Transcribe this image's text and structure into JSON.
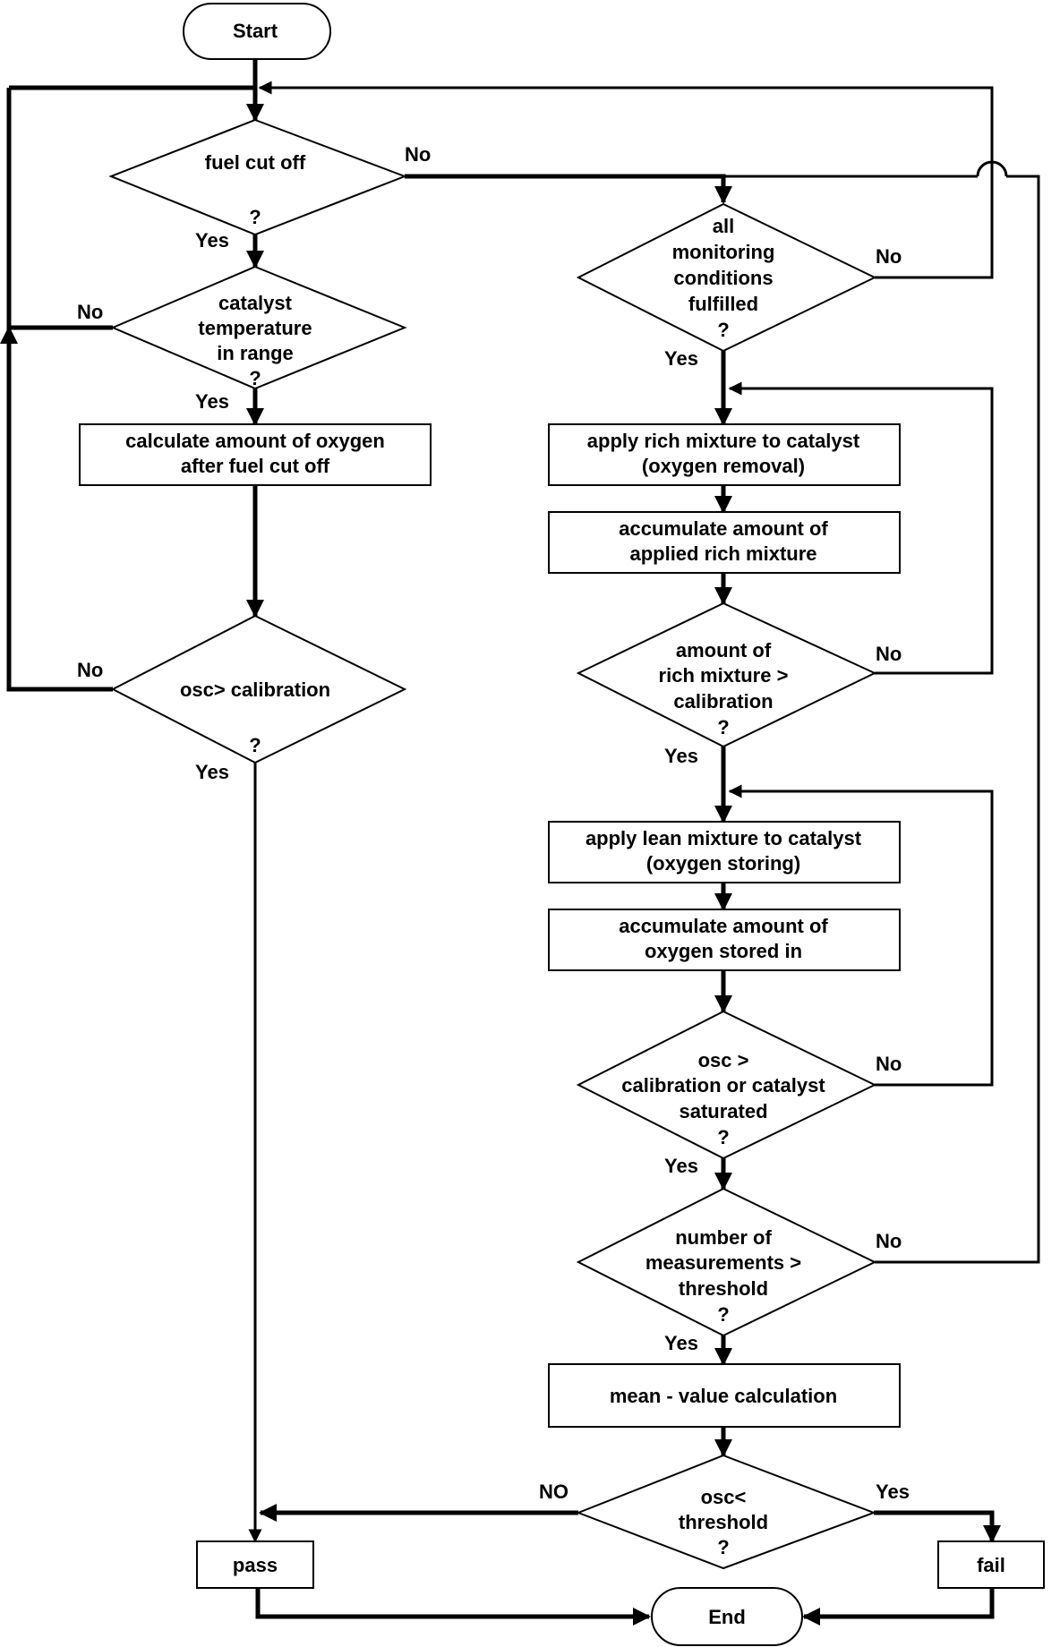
{
  "terminals": {
    "start": "Start",
    "end": "End"
  },
  "decisions": {
    "fuel_cut_off": [
      "fuel cut off",
      "?"
    ],
    "catalyst_temp": [
      "catalyst",
      "temperature",
      "in range",
      "?"
    ],
    "osc_calibration_left": [
      "osc> calibration",
      "?"
    ],
    "monitoring_conditions": [
      "all",
      "monitoring",
      "conditions",
      "fulfilled",
      "?"
    ],
    "rich_mixture_calibration": [
      "amount of",
      "rich mixture >",
      "calibration",
      "?"
    ],
    "osc_saturated": [
      "osc >",
      "calibration  or catalyst",
      "saturated",
      "?"
    ],
    "number_measurements": [
      "number of",
      "measurements >",
      "threshold",
      "?"
    ],
    "osc_threshold": [
      "osc<",
      "threshold",
      "?"
    ]
  },
  "processes": {
    "calc_oxygen": [
      "calculate amount of oxygen",
      "after fuel cut off"
    ],
    "apply_rich": [
      "apply rich mixture to catalyst",
      "(oxygen removal)"
    ],
    "accumulate_rich": [
      "accumulate amount of",
      "applied rich mixture"
    ],
    "apply_lean": [
      "apply lean mixture to catalyst",
      "(oxygen storing)"
    ],
    "accumulate_oxygen": [
      "accumulate amount of",
      "oxygen stored in"
    ],
    "mean_value": [
      "mean - value calculation"
    ],
    "pass": [
      "pass"
    ],
    "fail": [
      "fail"
    ]
  },
  "edge_labels": {
    "fuel_no": "No",
    "fuel_yes": "Yes",
    "temp_no": "No",
    "temp_yes": "Yes",
    "osc_left_no": "No",
    "osc_left_yes": "Yes",
    "monitor_no": "No",
    "monitor_yes": "Yes",
    "rich_no": "No",
    "rich_yes": "Yes",
    "saturated_no": "No",
    "saturated_yes": "Yes",
    "measure_no": "No",
    "measure_yes": "Yes",
    "threshold_no": "NO",
    "threshold_yes": "Yes"
  }
}
